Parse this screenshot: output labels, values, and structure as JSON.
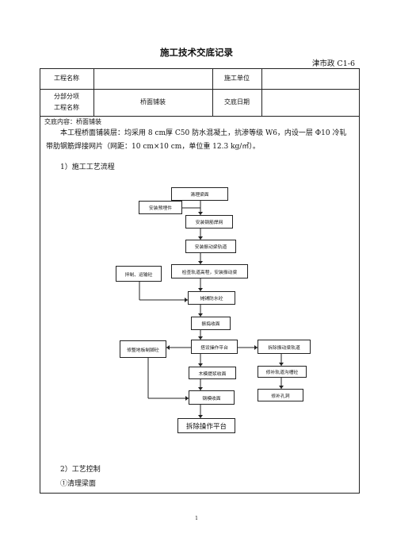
{
  "doc": {
    "title": "施工技术交底记录",
    "code": "津市政 C1-6",
    "page_number": "1"
  },
  "table": {
    "project_name_label": "工程名称",
    "project_name_value": "",
    "unit_label": "施工单位",
    "unit_value": "",
    "sub_label_line1": "分部分项",
    "sub_label_line2": "工程名称",
    "sub_value": "桥面铺装",
    "date_label": "交底日期",
    "date_value": ""
  },
  "content": {
    "heading": "交底内容：桥面铺装",
    "paragraph": "本工程桥面铺装层：均采用 8 cm厚 C50 防水混凝土，抗渗等级 W6，内设一层 Φ10 冷轧带肋钢筋焊接网片（网距：10 cm×10 cm，单位重 12.3 kg/㎡）。",
    "section1": "1）施工工艺流程",
    "section2": "2）工艺控制",
    "subsection": "①清理梁面"
  },
  "flowchart": {
    "nodes": {
      "clean": "清理梁面",
      "install_embedded": "安装预埋件",
      "install_mesh": "安装钢筋焊网",
      "install_track": "安装振动梁轨道",
      "mixing": "拌制、运输砼",
      "check_track": "检查轨道高程，安装振动梁",
      "spread": "摊铺防水砼",
      "vibrate": "振捣收面",
      "platform": "搭设操作平台",
      "repair_edges": "修整地板制脚砼",
      "remove_track": "拆除振动梁轨道",
      "trowel": "木模提浆收面",
      "repair_trench": "修补轨道沟槽砼",
      "steel_finish": "钢模收面",
      "patch": "修补孔洞",
      "remove_platform": "拆除操作平台"
    }
  }
}
